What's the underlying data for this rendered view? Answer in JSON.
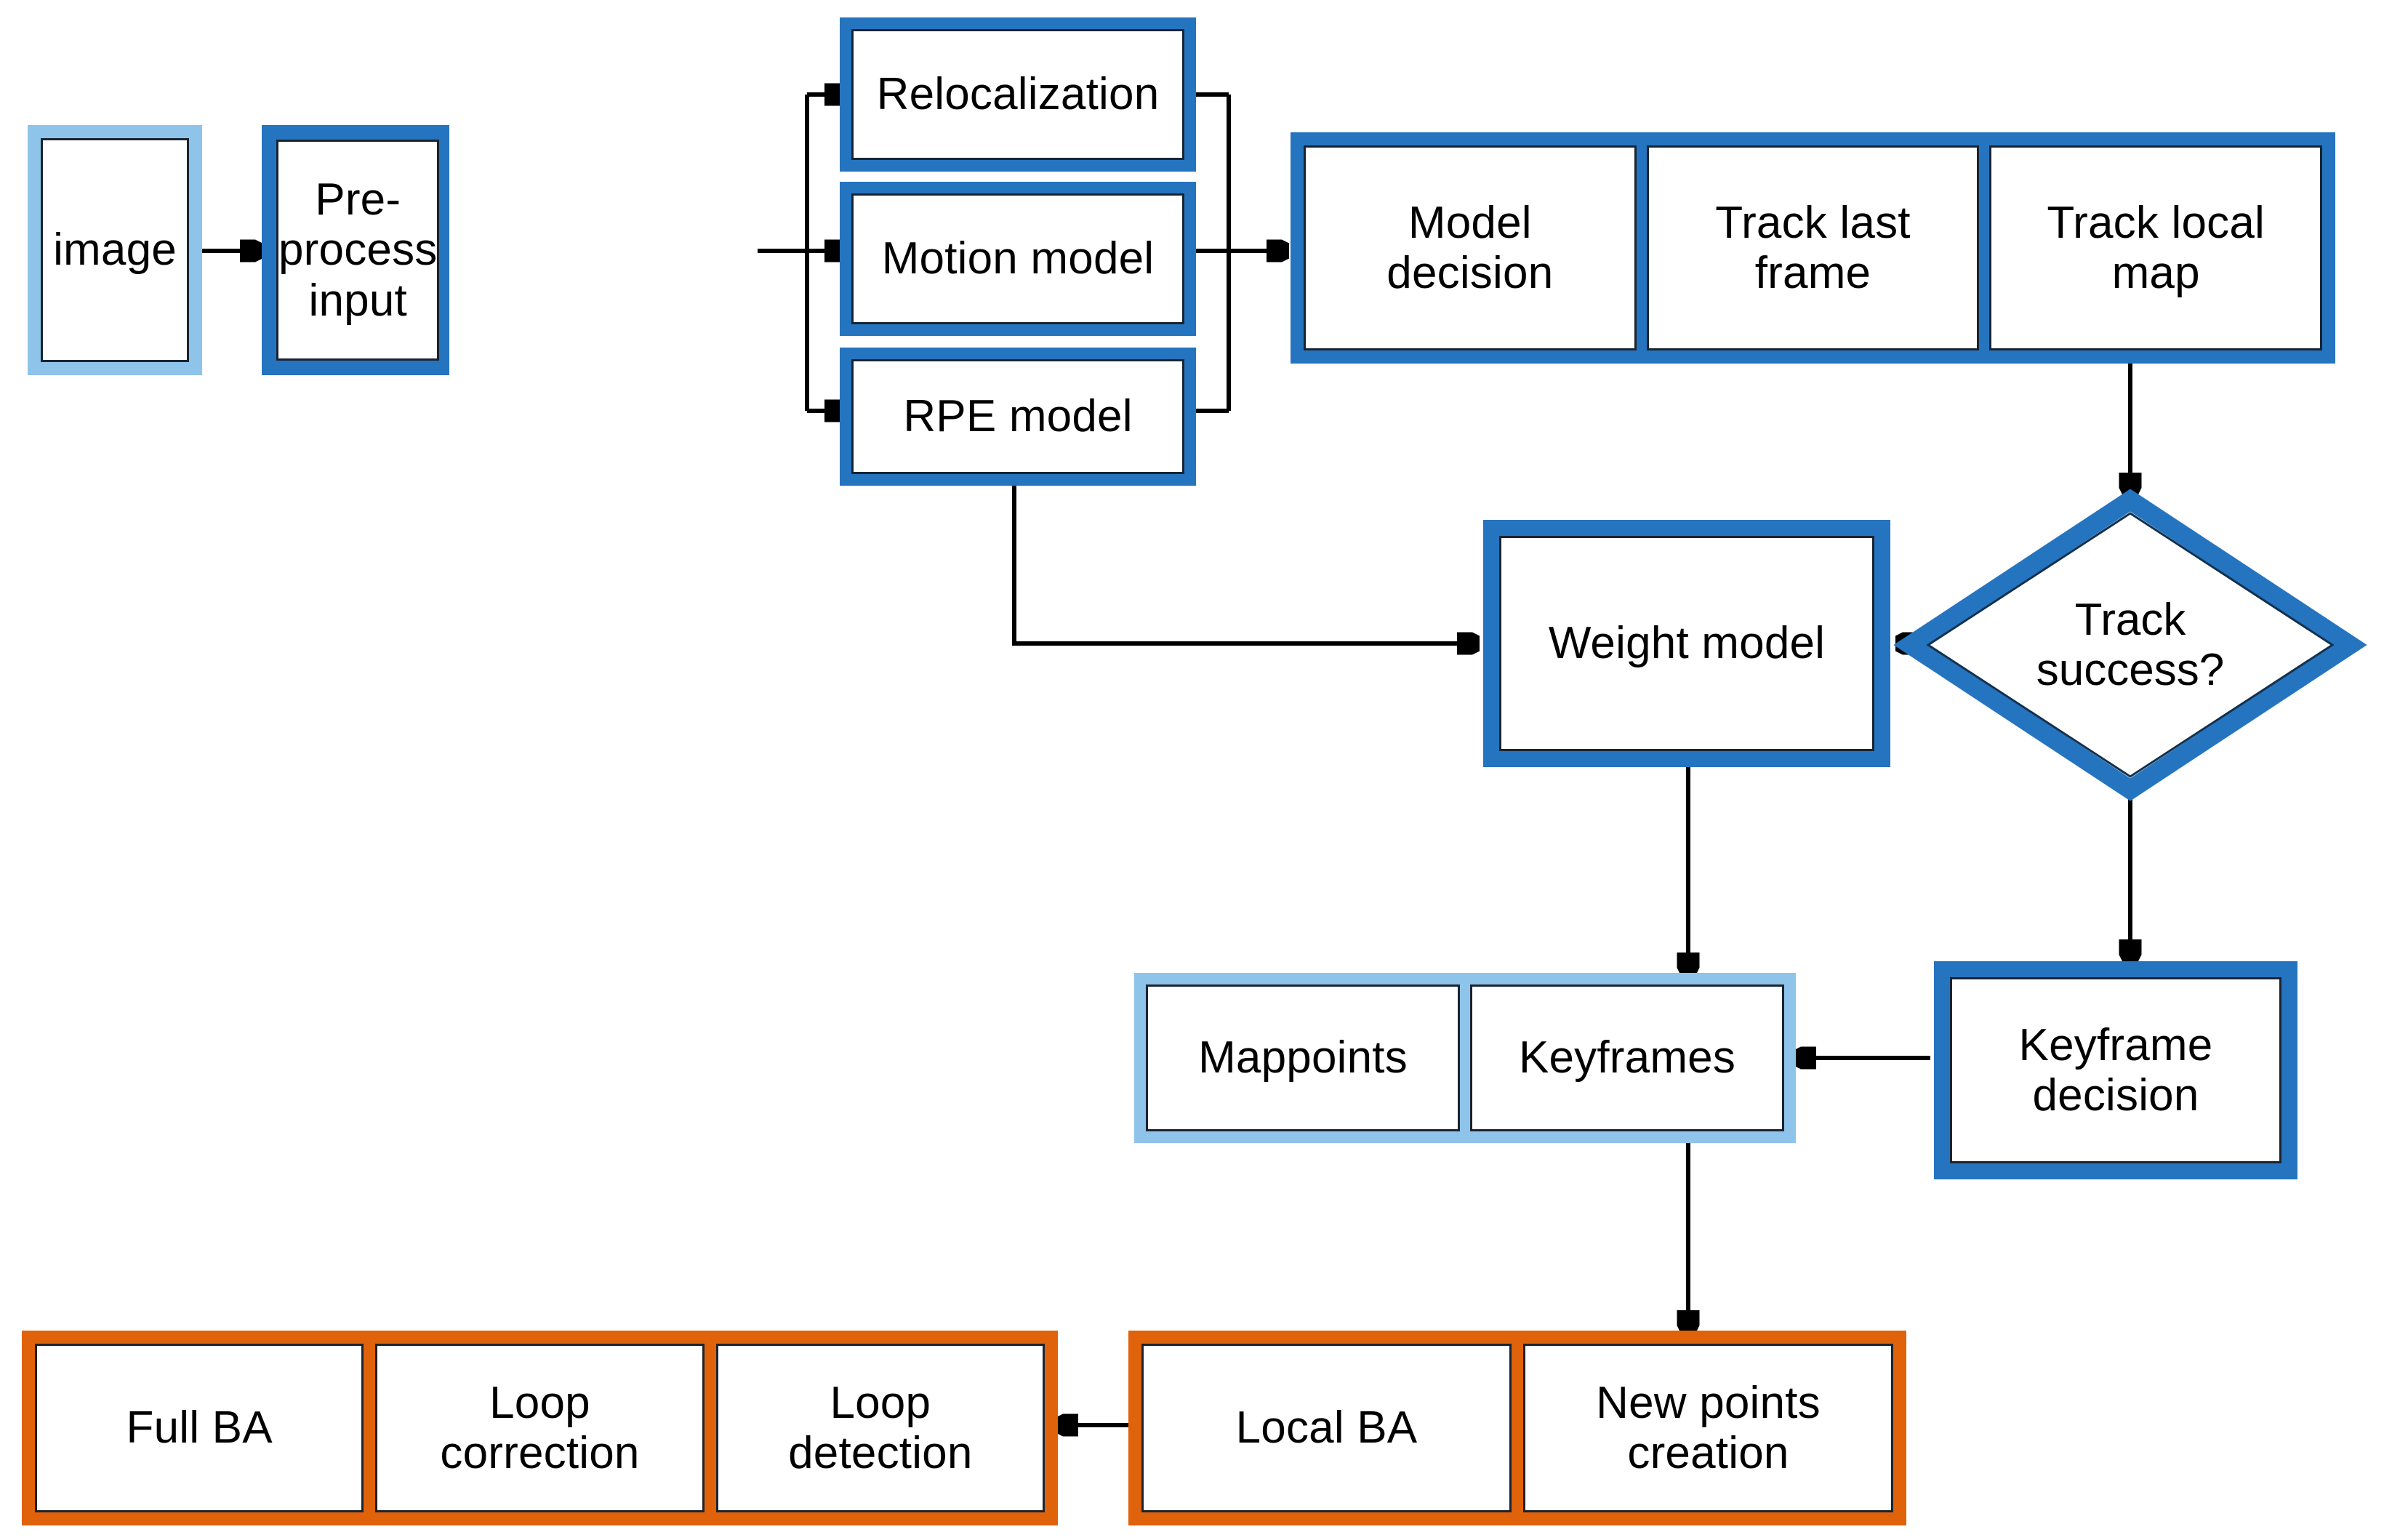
{
  "diagram": {
    "title": "SLAM pipeline flowchart",
    "colors": {
      "light_blue": "#8EC4E9",
      "dark_blue": "#2574C0",
      "orange": "#E0620A",
      "node_fill": "#FFFFFF",
      "node_border": "#1A2430",
      "connector": "#000000"
    },
    "groups": [
      {
        "id": "input-group",
        "accent": "light_blue",
        "nodes": [
          "image"
        ]
      },
      {
        "id": "preprocess-group",
        "accent": "dark_blue",
        "nodes": [
          "Pre-process input"
        ]
      },
      {
        "id": "models-group",
        "accent": "dark_blue",
        "nodes": [
          "Relocalization",
          "Motion model",
          "RPE model"
        ]
      },
      {
        "id": "tracking-group",
        "accent": "dark_blue",
        "nodes": [
          "Model decision",
          "Track last frame",
          "Track local map"
        ]
      },
      {
        "id": "weight-group",
        "accent": "dark_blue",
        "nodes": [
          "Weight model"
        ]
      },
      {
        "id": "map-group",
        "accent": "light_blue",
        "nodes": [
          "Mappoints",
          "Keyframes"
        ]
      },
      {
        "id": "kfdecision-group",
        "accent": "dark_blue",
        "nodes": [
          "Keyframe decision"
        ]
      },
      {
        "id": "loop-group",
        "accent": "orange",
        "nodes": [
          "Full BA",
          "Loop correction",
          "Loop detection"
        ]
      },
      {
        "id": "mapping-group",
        "accent": "orange",
        "nodes": [
          "Local BA",
          "New points creation"
        ]
      }
    ],
    "nodes": {
      "image": {
        "label": "image",
        "shape": "rect"
      },
      "preprocess": {
        "label": "Pre-process\ninput",
        "shape": "rect"
      },
      "relocalization": {
        "label": "Relocalization",
        "shape": "rect"
      },
      "motion_model": {
        "label": "Motion model",
        "shape": "rect"
      },
      "rpe_model": {
        "label": "RPE model",
        "shape": "rect"
      },
      "model_decision": {
        "label": "Model\ndecision",
        "shape": "rect"
      },
      "track_last_frame": {
        "label": "Track last\nframe",
        "shape": "rect"
      },
      "track_local_map": {
        "label": "Track local\nmap",
        "shape": "rect"
      },
      "weight_model": {
        "label": "Weight model",
        "shape": "rect"
      },
      "track_success": {
        "label": "Track\nsuccess?",
        "shape": "diamond"
      },
      "mappoints": {
        "label": "Mappoints",
        "shape": "rect"
      },
      "keyframes": {
        "label": "Keyframes",
        "shape": "rect"
      },
      "keyframe_decision": {
        "label": "Keyframe\ndecision",
        "shape": "rect"
      },
      "full_ba": {
        "label": "Full BA",
        "shape": "rect"
      },
      "loop_correction": {
        "label": "Loop\ncorrection",
        "shape": "rect"
      },
      "loop_detection": {
        "label": "Loop\ndetection",
        "shape": "rect"
      },
      "local_ba": {
        "label": "Local BA",
        "shape": "rect"
      },
      "new_points": {
        "label": "New points\ncreation",
        "shape": "rect"
      }
    },
    "edges": [
      {
        "id": "e1",
        "from": "image",
        "to": "preprocess",
        "label": ""
      },
      {
        "id": "e2",
        "from": "preprocess",
        "to": "relocalization",
        "label": ""
      },
      {
        "id": "e3",
        "from": "preprocess",
        "to": "motion_model",
        "label": ""
      },
      {
        "id": "e4",
        "from": "preprocess",
        "to": "rpe_model",
        "label": ""
      },
      {
        "id": "e5",
        "from": "relocalization",
        "to": "model_decision",
        "label": ""
      },
      {
        "id": "e6",
        "from": "motion_model",
        "to": "model_decision",
        "label": ""
      },
      {
        "id": "e7",
        "from": "rpe_model",
        "to": "model_decision",
        "label": ""
      },
      {
        "id": "e8",
        "from": "track_local_map",
        "to": "track_success",
        "label": ""
      },
      {
        "id": "e9",
        "from": "track_success",
        "to": "weight_model",
        "label": ""
      },
      {
        "id": "e10",
        "from": "rpe_model",
        "to": "weight_model",
        "label": ""
      },
      {
        "id": "e11",
        "from": "track_success",
        "to": "keyframe_decision",
        "label": ""
      },
      {
        "id": "e12",
        "from": "keyframe_decision",
        "to": "keyframes",
        "label": ""
      },
      {
        "id": "e13",
        "from": "weight_model",
        "to": "keyframes",
        "label": ""
      },
      {
        "id": "e14",
        "from": "keyframes",
        "to": "new_points",
        "label": ""
      },
      {
        "id": "e15",
        "from": "local_ba",
        "to": "loop_detection",
        "label": ""
      }
    ]
  }
}
